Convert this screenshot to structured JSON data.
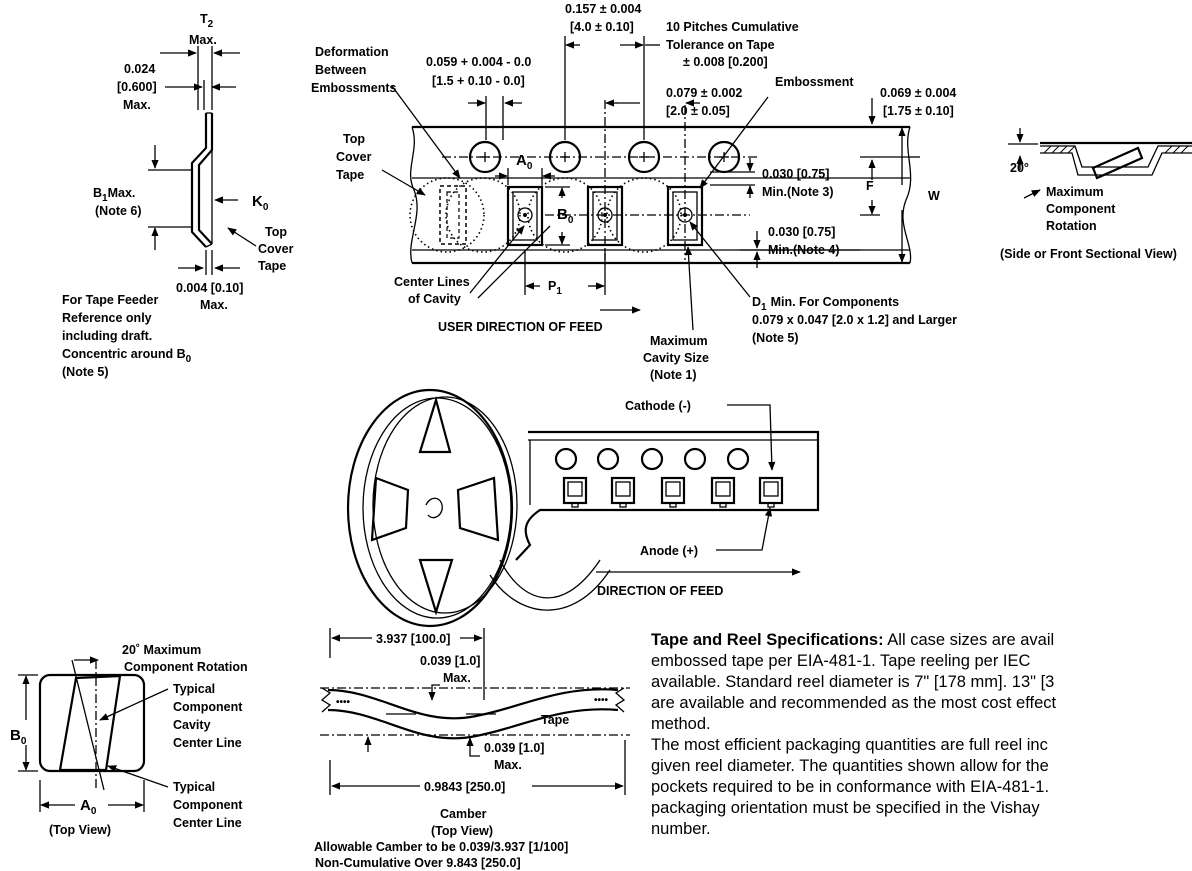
{
  "side_profile": {
    "t2": "T",
    "t2_sub": "2",
    "t2_max": "Max.",
    "dim_0024": "0.024",
    "dim_0600": "[0.600]",
    "dim_0024_max": "Max.",
    "b1_max": "B",
    "b1_sub": "1",
    "b1_max_suffix": "Max.",
    "b1_note": "(Note 6)",
    "k0": "K",
    "k0_sub": "0",
    "top_cover_tape": [
      "Top",
      "Cover",
      "Tape"
    ],
    "dim_0004": "0.004 [0.10]",
    "dim_0004_max": "Max.",
    "feeder_note": [
      "For Tape Feeder",
      "Reference only",
      "including draft.",
      "Concentric around B"
    ],
    "feeder_note_sub": "0",
    "feeder_note_last": "(Note 5)"
  },
  "tape_top": {
    "pitch_0157": "0.157 ± 0.004",
    "pitch_0157_mm": "[4.0 ± 0.10]",
    "ten_pitches": [
      "10 Pitches Cumulative",
      "Tolerance on Tape",
      "± 0.008 [0.200]"
    ],
    "deformation": [
      "Deformation",
      "Between",
      "Embossments"
    ],
    "dim_0059": "0.059 + 0.004 - 0.0",
    "dim_0059_mm": "[1.5 + 0.10 - 0.0]",
    "dim_0079": "0.079 ± 0.002",
    "dim_0079_mm": "[2.0 ± 0.05]",
    "embossment": "Embossment",
    "dim_0069": "0.069 ± 0.004",
    "dim_0069_mm": "[1.75 ± 0.10]",
    "top_cover_tape": [
      "Top",
      "Cover",
      "Tape"
    ],
    "a0": "A",
    "a0_sub": "0",
    "b0": "B",
    "b0_sub": "0",
    "dim_0030a": "0.030 [0.75]",
    "dim_0030a_min": "Min.(Note 3)",
    "f_label": "F",
    "w_label": "W",
    "dim_0030b": "0.030 [0.75]",
    "dim_0030b_min": "Min.(Note 4)",
    "center_lines": [
      "Center Lines",
      "of Cavity"
    ],
    "p1": "P",
    "p1_sub": "1",
    "d1": "D",
    "d1_sub": "1",
    "d1_rest": "Min.  For Components",
    "d1_line2": "0.079 x 0.047 [2.0 x 1.2] and Larger",
    "d1_line3": "(Note 5)",
    "max_cavity": [
      "Maximum",
      "Cavity Size",
      "(Note 1)"
    ],
    "user_direction": "USER DIRECTION OF FEED"
  },
  "section_view": {
    "angle": "20°",
    "rotation": [
      "Maximum",
      "Component",
      "Rotation"
    ],
    "caption": "(Side or Front Sectional View)"
  },
  "reel": {
    "cathode": "Cathode (-)",
    "anode": "Anode (+)",
    "direction": "DIRECTION OF FEED"
  },
  "rotation_view": {
    "title": [
      "20˚ Maximum",
      "Component Rotation"
    ],
    "typical_cavity": [
      "Typical",
      "Component",
      "Cavity",
      "Center Line"
    ],
    "typical_center": [
      "Typical",
      "Component",
      "Center Line"
    ],
    "b0": "B",
    "b0_sub": "0",
    "a0": "A",
    "a0_sub": "0",
    "caption": "(Top View)"
  },
  "camber": {
    "dim_3937": "3.937 [100.0]",
    "dim_0039_top": "0.039 [1.0]",
    "dim_0039_top_max": "Max.",
    "tape": "Tape",
    "dim_0039_bot": "0.039 [1.0]",
    "dim_0039_bot_max": "Max.",
    "dim_09843": "0.9843 [250.0]",
    "caption": [
      "Camber",
      "(Top View)",
      "Allowable Camber to be 0.039/3.937 [1/100]",
      "Non-Cumulative Over 9.843 [250.0]"
    ]
  },
  "spec": {
    "heading": "Tape and Reel Specifications:",
    "line1_rest": " All case sizes are avail",
    "lines": [
      "embossed tape per EIA-481-1. Tape reeling per IEC",
      "available. Standard reel diameter is 7\" [178 mm]. 13\" [3",
      "are available and recommended as the most cost effect",
      "method.",
      "The most efficient packaging quantities are full reel inc",
      "given reel diameter. The quantities shown allow for the",
      "pockets required to be in conformance with EIA-481-1.",
      "packaging orientation must be specified in the Vishay",
      "number."
    ]
  }
}
